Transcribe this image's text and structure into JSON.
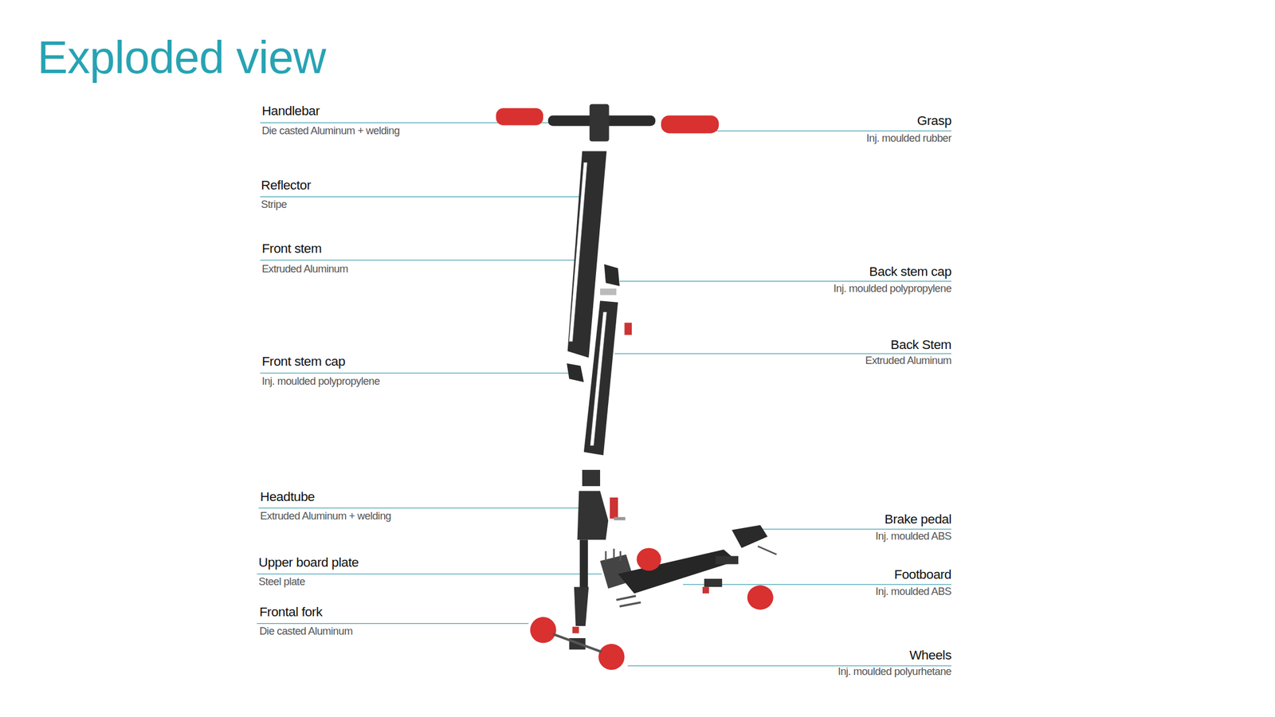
{
  "diagram": {
    "title": "Exploded view",
    "labels": [
      "Handlebar",
      "Die casted Aluminum + welding",
      "Grasp",
      "Inj. moulded rubber",
      "Reflector",
      "Stripe",
      "Front stem",
      "Extruded Aluminum",
      "Back stem cap",
      "Inj. moulded polypropylene",
      "Back Stem",
      "Extruded Aluminum",
      "Front stem cap",
      "Inj. moulded polypropylene",
      "Headtube",
      "Extruded Aluminum + welding",
      "Brake pedal",
      "Inj. moulded ABS",
      "Upper board plate",
      "Steel plate",
      "Footboard",
      "Inj. moulded ABS",
      "Frontal fork",
      "Die casted Aluminum",
      "Wheels",
      "Inj. moulded polyurhetane"
    ]
  }
}
